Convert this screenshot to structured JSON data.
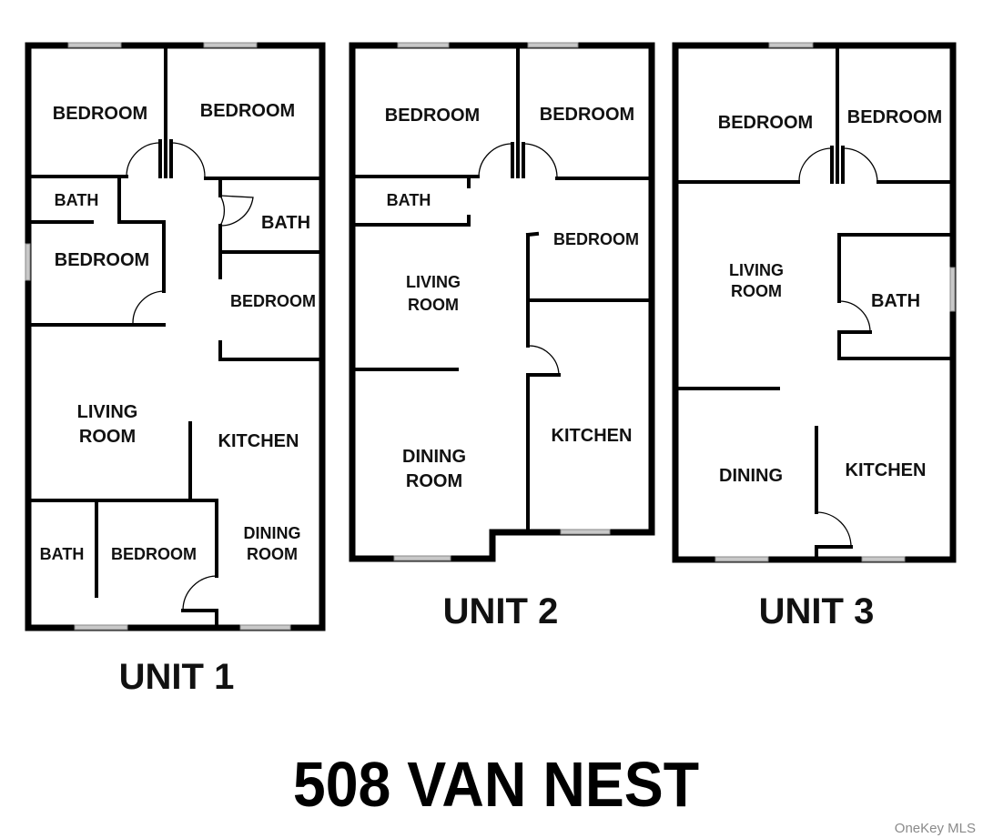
{
  "title": "508 VAN NEST",
  "watermark": "OneKey MLS",
  "units": [
    {
      "label": "UNIT 1",
      "rooms": [
        {
          "name": "BEDROOM"
        },
        {
          "name": "BEDROOM"
        },
        {
          "name": "BATH"
        },
        {
          "name": "BATH"
        },
        {
          "name": "BEDROOM"
        },
        {
          "name": "BEDROOM"
        },
        {
          "name_line1": "LIVING",
          "name_line2": "ROOM"
        },
        {
          "name": "KITCHEN"
        },
        {
          "name": "BATH"
        },
        {
          "name": "BEDROOM"
        },
        {
          "name_line1": "DINING",
          "name_line2": "ROOM"
        }
      ]
    },
    {
      "label": "UNIT 2",
      "rooms": [
        {
          "name": "BEDROOM"
        },
        {
          "name": "BEDROOM"
        },
        {
          "name": "BATH"
        },
        {
          "name": "BEDROOM"
        },
        {
          "name_line1": "LIVING",
          "name_line2": "ROOM"
        },
        {
          "name_line1": "DINING",
          "name_line2": "ROOM"
        },
        {
          "name": "KITCHEN"
        }
      ]
    },
    {
      "label": "UNIT 3",
      "rooms": [
        {
          "name": "BEDROOM"
        },
        {
          "name": "BEDROOM"
        },
        {
          "name_line1": "LIVING",
          "name_line2": "ROOM"
        },
        {
          "name": "BATH"
        },
        {
          "name": "DINING"
        },
        {
          "name": "KITCHEN"
        }
      ]
    }
  ]
}
